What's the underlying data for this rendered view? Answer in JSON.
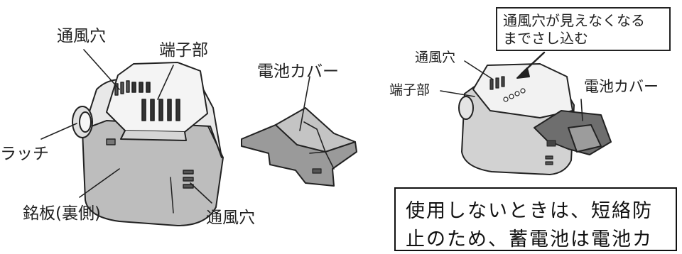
{
  "left_figure": {
    "labels": {
      "vent_top": "通風穴",
      "terminal": "端子部",
      "battery_cover": "電池カバー",
      "latch": "ラッチ",
      "nameplate": "銘板(裏側)",
      "vent_bottom": "通風穴"
    }
  },
  "right_figure": {
    "callout": {
      "line1": "通風穴が見えなくなる",
      "line2": "までさし込む"
    },
    "labels": {
      "vent": "通風穴",
      "terminal": "端子部",
      "battery_cover": "電池カバー"
    }
  },
  "notice": {
    "line1": "使用しないときは、短絡防",
    "line2": "止のため、蓄電池は電池カ"
  }
}
